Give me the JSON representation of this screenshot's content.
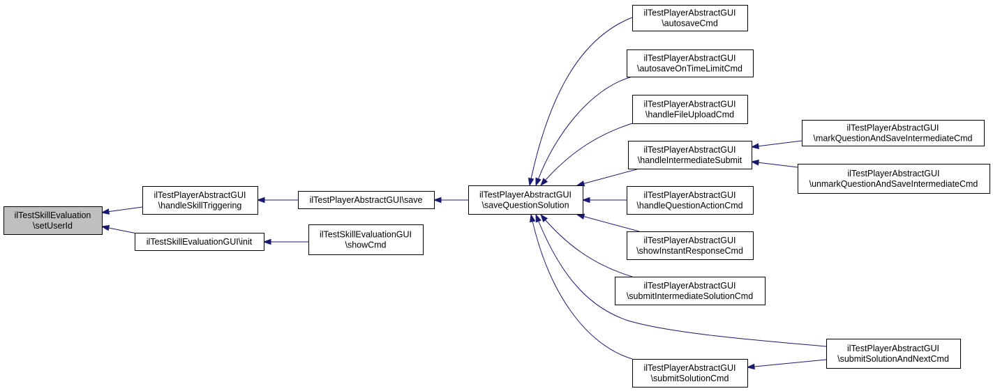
{
  "colors": {
    "edge": "#191970",
    "node_fill": "#ffffff",
    "focus_fill": "#bfbfbf",
    "border": "#000000"
  },
  "nodes": [
    {
      "id": "setUserId",
      "lines": [
        "ilTestSkillEvaluation",
        "\\setUserId"
      ],
      "focus": true
    },
    {
      "id": "handleSkillTriggering",
      "lines": [
        "ilTestPlayerAbstractGUI",
        "\\handleSkillTriggering"
      ]
    },
    {
      "id": "init",
      "lines": [
        "ilTestSkillEvaluationGUI\\init"
      ]
    },
    {
      "id": "save",
      "lines": [
        "ilTestPlayerAbstractGUI\\save"
      ]
    },
    {
      "id": "showCmd",
      "lines": [
        "ilTestSkillEvaluationGUI",
        "\\showCmd"
      ]
    },
    {
      "id": "saveQuestionSolution",
      "lines": [
        "ilTestPlayerAbstractGUI",
        "\\saveQuestionSolution"
      ]
    },
    {
      "id": "autosaveCmd",
      "lines": [
        "ilTestPlayerAbstractGUI",
        "\\autosaveCmd"
      ]
    },
    {
      "id": "autosaveOnTimeLimitCmd",
      "lines": [
        "ilTestPlayerAbstractGUI",
        "\\autosaveOnTimeLimitCmd"
      ]
    },
    {
      "id": "handleFileUploadCmd",
      "lines": [
        "ilTestPlayerAbstractGUI",
        "\\handleFileUploadCmd"
      ]
    },
    {
      "id": "handleIntermediateSubmit",
      "lines": [
        "ilTestPlayerAbstractGUI",
        "\\handleIntermediateSubmit"
      ]
    },
    {
      "id": "handleQuestionActionCmd",
      "lines": [
        "ilTestPlayerAbstractGUI",
        "\\handleQuestionActionCmd"
      ]
    },
    {
      "id": "showInstantResponseCmd",
      "lines": [
        "ilTestPlayerAbstractGUI",
        "\\showInstantResponseCmd"
      ]
    },
    {
      "id": "submitIntermediateSolutionCmd",
      "lines": [
        "ilTestPlayerAbstractGUI",
        "\\submitIntermediateSolutionCmd"
      ]
    },
    {
      "id": "submitSolutionCmd",
      "lines": [
        "ilTestPlayerAbstractGUI",
        "\\submitSolutionCmd"
      ]
    },
    {
      "id": "markQuestionAndSaveIntermediateCmd",
      "lines": [
        "ilTestPlayerAbstractGUI",
        "\\markQuestionAndSaveIntermediateCmd"
      ]
    },
    {
      "id": "unmarkQuestionAndSaveIntermediateCmd",
      "lines": [
        "ilTestPlayerAbstractGUI",
        "\\unmarkQuestionAndSaveIntermediateCmd"
      ]
    },
    {
      "id": "submitSolutionAndNextCmd",
      "lines": [
        "ilTestPlayerAbstractGUI",
        "\\submitSolutionAndNextCmd"
      ]
    }
  ],
  "edges": [
    {
      "from": "handleSkillTriggering",
      "to": "setUserId"
    },
    {
      "from": "init",
      "to": "setUserId"
    },
    {
      "from": "save",
      "to": "handleSkillTriggering"
    },
    {
      "from": "showCmd",
      "to": "init"
    },
    {
      "from": "saveQuestionSolution",
      "to": "save"
    },
    {
      "from": "autosaveCmd",
      "to": "saveQuestionSolution"
    },
    {
      "from": "autosaveOnTimeLimitCmd",
      "to": "saveQuestionSolution"
    },
    {
      "from": "handleFileUploadCmd",
      "to": "saveQuestionSolution"
    },
    {
      "from": "handleIntermediateSubmit",
      "to": "saveQuestionSolution"
    },
    {
      "from": "handleQuestionActionCmd",
      "to": "saveQuestionSolution"
    },
    {
      "from": "showInstantResponseCmd",
      "to": "saveQuestionSolution"
    },
    {
      "from": "submitIntermediateSolutionCmd",
      "to": "saveQuestionSolution"
    },
    {
      "from": "submitSolutionCmd",
      "to": "saveQuestionSolution"
    },
    {
      "from": "submitSolutionAndNextCmd",
      "to": "saveQuestionSolution"
    },
    {
      "from": "markQuestionAndSaveIntermediateCmd",
      "to": "handleIntermediateSubmit"
    },
    {
      "from": "unmarkQuestionAndSaveIntermediateCmd",
      "to": "handleIntermediateSubmit"
    },
    {
      "from": "submitSolutionAndNextCmd",
      "to": "submitSolutionCmd"
    }
  ]
}
